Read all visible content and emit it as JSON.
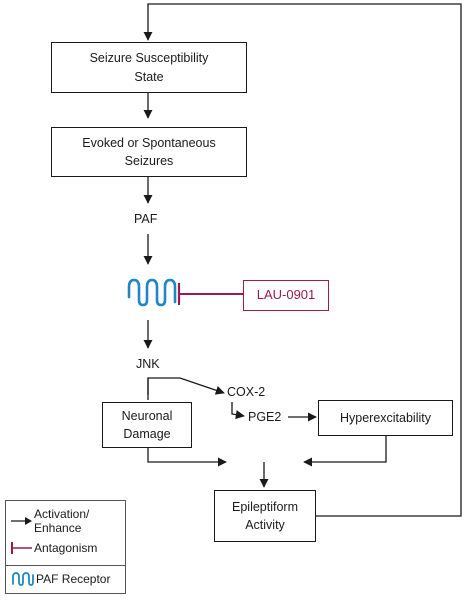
{
  "nodes": {
    "seizure_susceptibility": "Seizure Susceptibility\nState",
    "evoked_seizures": "Evoked or Spontaneous\nSeizures",
    "paf": "PAF",
    "lau": "LAU-0901",
    "jnk": "JNK",
    "cox2": "COX-2",
    "neuronal_damage": "Neuronal\nDamage",
    "pge2": "PGE2",
    "hyperexcitability": "Hyperexcitability",
    "epileptiform": "Epileptiform\nActivity"
  },
  "legend": {
    "activation": "Activation/\nEnhance",
    "antagonism": "Antagonism",
    "paf_receptor": "PAF Receptor"
  },
  "colors": {
    "line": "#1a1a1a",
    "antagonism": "#9b1b4a",
    "receptor": "#1f87c8"
  },
  "icons": {
    "receptor": "paf-receptor-icon"
  }
}
